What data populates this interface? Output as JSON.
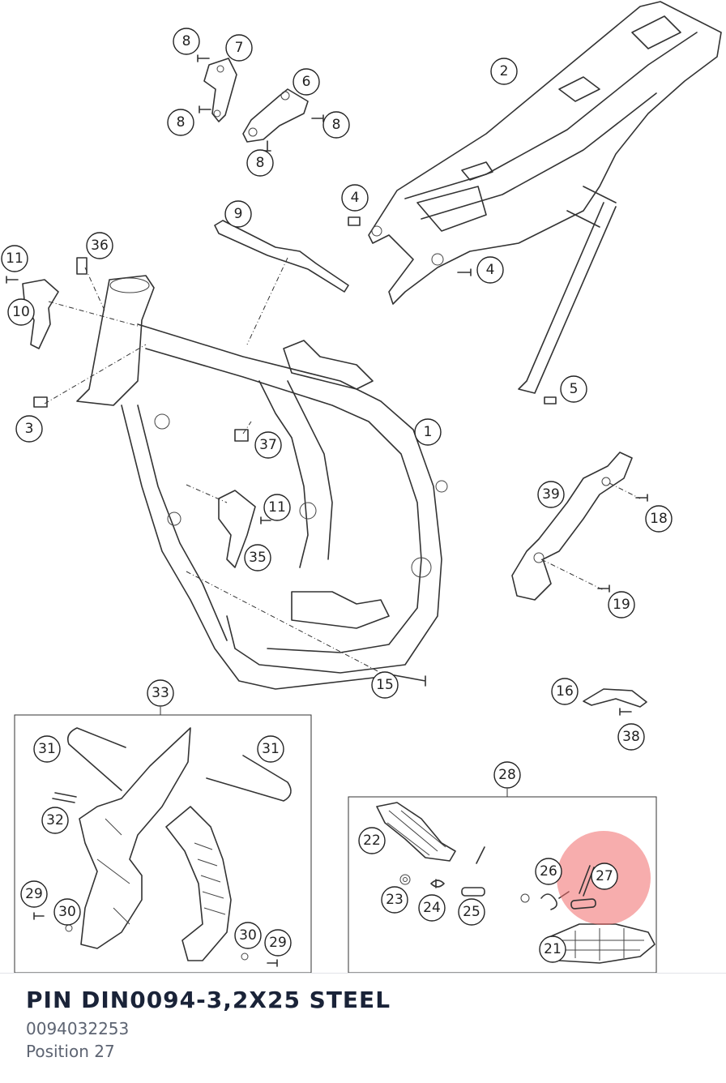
{
  "diagram": {
    "labels": [
      "8",
      "7",
      "6",
      "8",
      "8",
      "8",
      "2",
      "4",
      "9",
      "4",
      "11",
      "36",
      "10",
      "3",
      "5",
      "1",
      "37",
      "39",
      "18",
      "11",
      "35",
      "19",
      "15",
      "16",
      "38",
      "33",
      "31",
      "31",
      "32",
      "28",
      "22",
      "26",
      "27",
      "29",
      "30",
      "23",
      "24",
      "25",
      "21",
      "30",
      "29"
    ],
    "highlight_color": "#f06a6a"
  },
  "part": {
    "title": "PIN DIN0094-3,2X25 STEEL",
    "number": "0094032253",
    "position": "Position 27"
  }
}
